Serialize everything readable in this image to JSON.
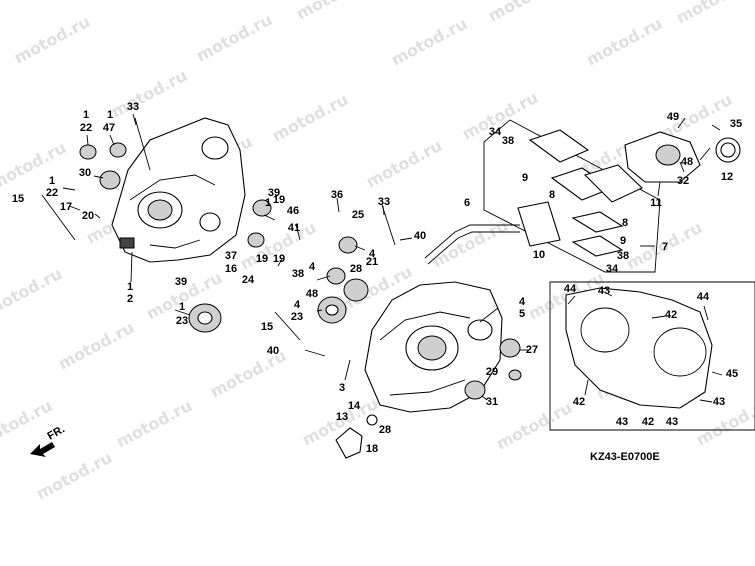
{
  "diagram_code": "KZ43-E0700E",
  "direction_label": "FR.",
  "watermark_text": "motod.ru",
  "colors": {
    "ink": "#000000",
    "watermark": "#e0e0e0",
    "background": "#ffffff"
  },
  "callouts": [
    "33",
    "1",
    "22",
    "1",
    "47",
    "30",
    "1",
    "22",
    "15",
    "17",
    "20",
    "39",
    "1",
    "46",
    "41",
    "36",
    "33",
    "25",
    "19",
    "19",
    "38",
    "37",
    "16",
    "39",
    "1",
    "2",
    "1",
    "23",
    "4",
    "21",
    "4",
    "48",
    "28",
    "4",
    "23",
    "15",
    "40",
    "3",
    "6",
    "40",
    "10",
    "4",
    "5",
    "27",
    "29",
    "31",
    "14",
    "13",
    "18",
    "28",
    "34",
    "38",
    "9",
    "8",
    "49",
    "35",
    "48",
    "32",
    "12",
    "11",
    "8",
    "9",
    "7",
    "38",
    "34",
    "44",
    "43",
    "42",
    "44",
    "45",
    "42",
    "43",
    "42",
    "43",
    "43",
    "24",
    "19"
  ]
}
